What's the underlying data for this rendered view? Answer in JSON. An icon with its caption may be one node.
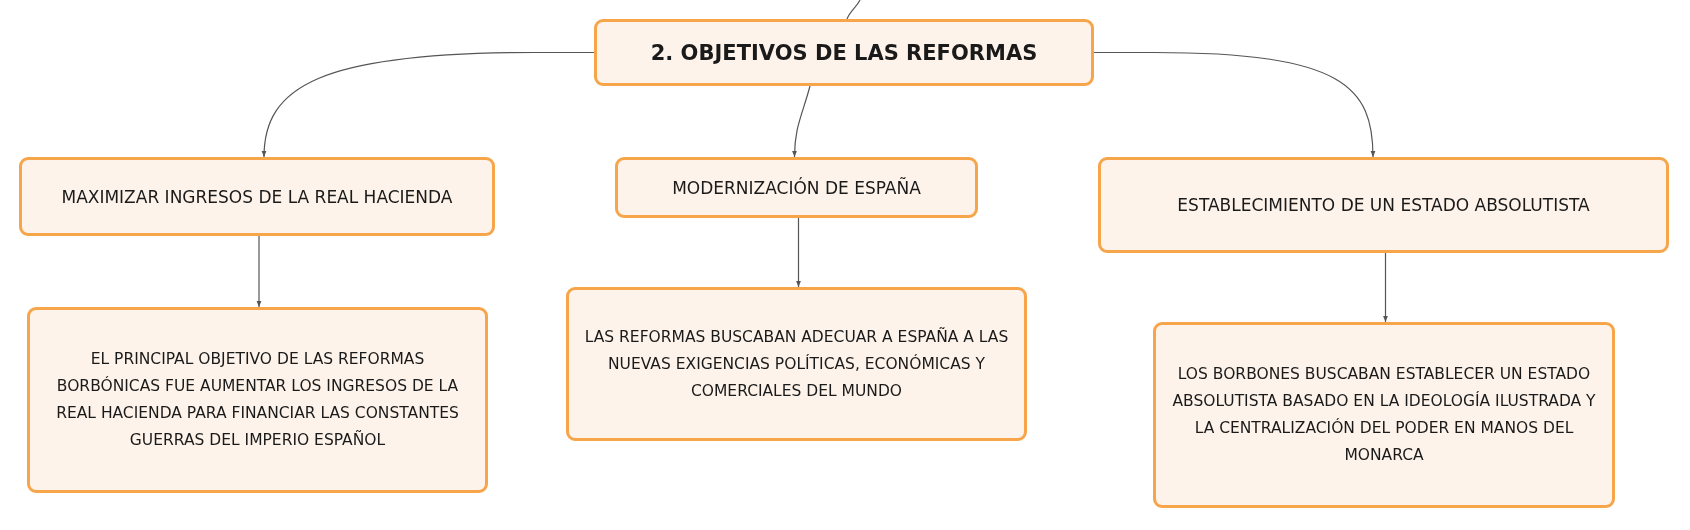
{
  "diagram": {
    "nodes": [
      {
        "text": [
          "2. OBJETIVOS DE LAS REFORMAS"
        ]
      },
      {
        "text": [
          "MAXIMIZAR INGRESOS DE LA REAL HACIENDA"
        ]
      },
      {
        "text": [
          "MODERNIZACIÓN DE ESPAÑA"
        ]
      },
      {
        "text": [
          "ESTABLECIMIENTO DE UN ESTADO ABSOLUTISTA"
        ]
      },
      {
        "text": [
          "EL PRINCIPAL OBJETIVO DE LAS REFORMAS BORBÓNICAS FUE AUMENTAR LOS INGRESOS DE LA REAL HACIENDA PARA FINANCIAR LAS CONSTANTES GUERRAS DEL IMPERIO ESPAÑOL"
        ]
      },
      {
        "text": [
          "LAS REFORMAS BUSCABAN ADECUAR A ESPAÑA A LAS NUEVAS EXIGENCIAS POLÍTICAS, ECONÓMICAS Y COMERCIALES DEL MUNDO"
        ]
      },
      {
        "text": [
          "LOS BORBONES BUSCABAN ESTABLECER UN ESTADO ABSOLUTISTA BASADO EN LA IDEOLOGÍA ILUSTRADA Y LA CENTRALIZACIÓN DEL PODER EN MANOS DEL MONARCA"
        ]
      }
    ],
    "edges": [
      {
        "from": null,
        "to": 0,
        "arrow": "none"
      },
      {
        "from": 0,
        "to": 1,
        "arrow": "to"
      },
      {
        "from": 0,
        "to": 2,
        "arrow": "to"
      },
      {
        "from": 0,
        "to": 3,
        "arrow": "to"
      },
      {
        "from": 1,
        "to": 4,
        "arrow": "to"
      },
      {
        "from": 2,
        "to": 5,
        "arrow": "to"
      },
      {
        "from": 3,
        "to": 6,
        "arrow": "to"
      }
    ]
  }
}
